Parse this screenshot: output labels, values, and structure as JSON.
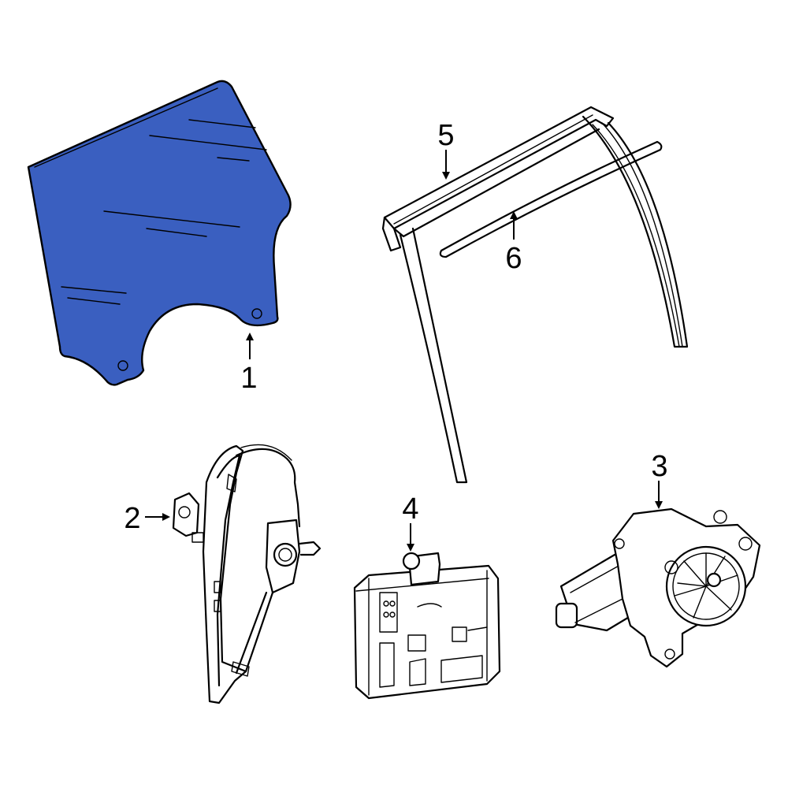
{
  "colors": {
    "glass_fill": "#3a5fc0",
    "line": "#000000",
    "background": "#ffffff"
  },
  "callouts": [
    {
      "id": "1",
      "label": "1"
    },
    {
      "id": "2",
      "label": "2"
    },
    {
      "id": "3",
      "label": "3"
    },
    {
      "id": "4",
      "label": "4"
    },
    {
      "id": "5",
      "label": "5"
    },
    {
      "id": "6",
      "label": "6"
    }
  ]
}
